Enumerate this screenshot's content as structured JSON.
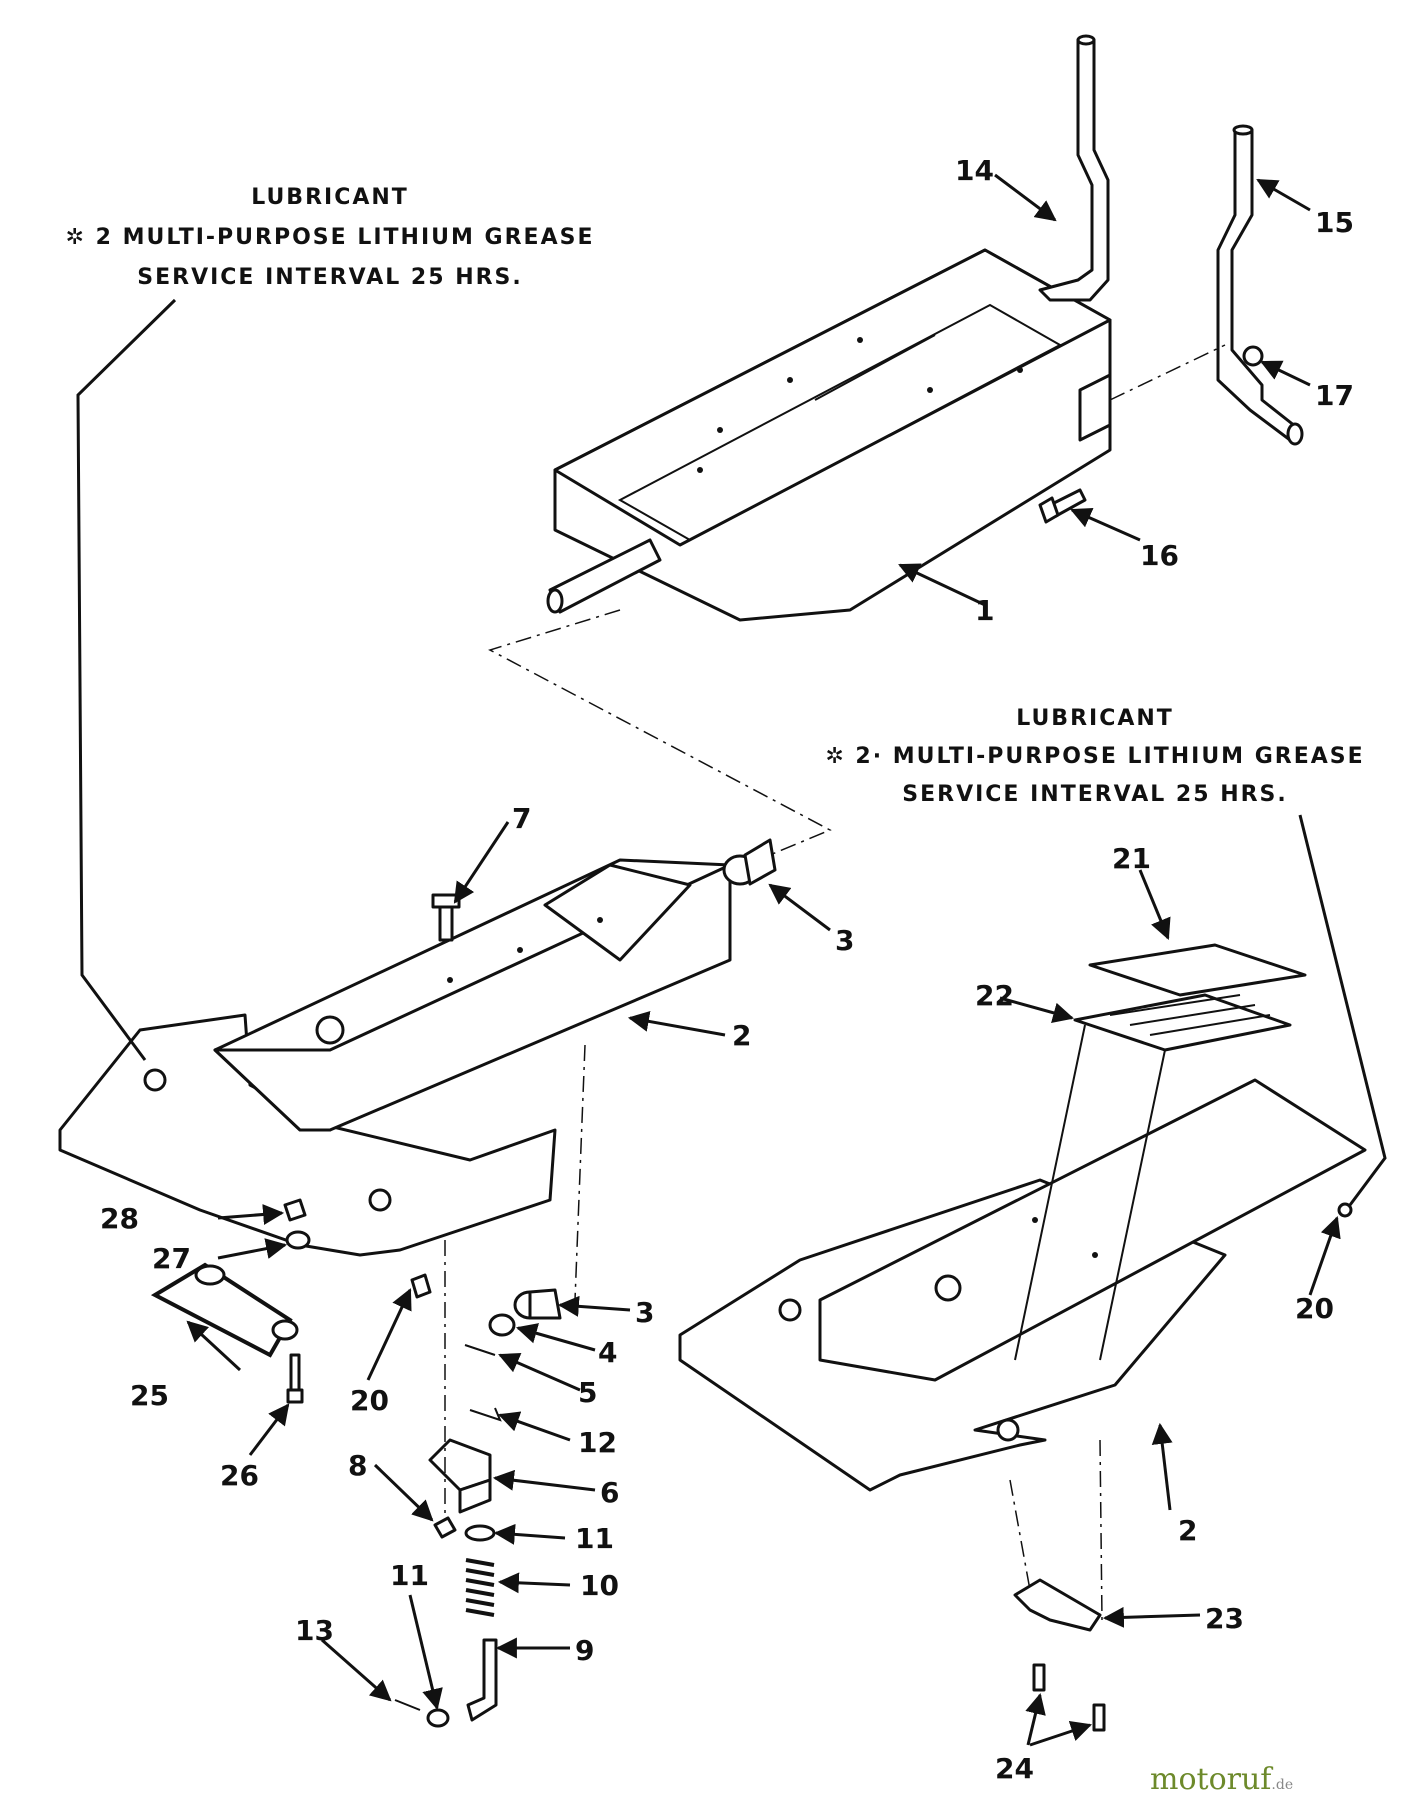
{
  "notes": [
    {
      "line1": "LUBRICANT",
      "line2": "✲ 2 MULTI-PURPOSE LITHIUM GREASE",
      "line3": "SERVICE INTERVAL 25 HRS."
    },
    {
      "line1": "LUBRICANT",
      "line2": "✲ 2· MULTI-PURPOSE LITHIUM GREASE",
      "line3": "SERVICE INTERVAL 25 HRS."
    }
  ],
  "callouts": {
    "c1": "1",
    "c2a": "2",
    "c2b": "2",
    "c3a": "3",
    "c3b": "3",
    "c4": "4",
    "c5": "5",
    "c6": "6",
    "c7": "7",
    "c8": "8",
    "c9": "9",
    "c10": "10",
    "c11a": "11",
    "c11b": "11",
    "c12": "12",
    "c13": "13",
    "c14": "14",
    "c15": "15",
    "c16": "16",
    "c17": "17",
    "c20a": "20",
    "c20b": "20",
    "c21": "21",
    "c22": "22",
    "c23": "23",
    "c24": "24",
    "c25": "25",
    "c26": "26",
    "c27": "27",
    "c28": "28"
  },
  "watermark": {
    "brand": "motoruf",
    "tld": ".de"
  }
}
